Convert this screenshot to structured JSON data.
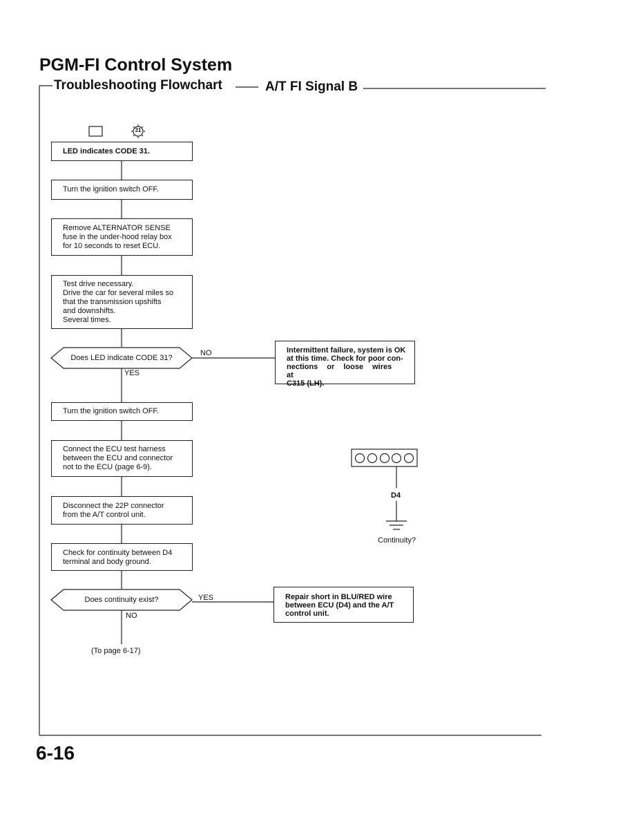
{
  "header": {
    "title": "PGM-FI Control System",
    "subtitle_left": "Troubleshooting Flowchart",
    "subtitle_right": "A/T FI Signal B"
  },
  "code_icon": "31",
  "steps": {
    "s1": "LED indicates CODE 31.",
    "s2": "Turn the ignition switch OFF.",
    "s3_lines": [
      "Remove ALTERNATOR SENSE",
      "fuse in the under-hood relay box",
      "for 10 seconds to reset ECU."
    ],
    "s4_lines": [
      "Test drive necessary.",
      "Drive the car for several miles so",
      "that the transmission upshifts",
      "and downshifts.",
      "Several times."
    ],
    "d1": "Does LED indicate CODE 31?",
    "d1_no": "NO",
    "d1_yes": "YES",
    "r1_lines": [
      "Intermittent failure, system is OK",
      "at this time. Check for poor con-",
      "nections or loose wires at",
      "C315 (LH)."
    ],
    "s5": "Turn the ignition switch OFF.",
    "s6_lines": [
      "Connect the ECU test harness",
      "between the ECU and connector",
      "not to the ECU (page 6-9)."
    ],
    "s7_lines": [
      "Disconnect the 22P connector",
      "from the A/T control unit."
    ],
    "s8_lines": [
      "Check for continuity between D4",
      "terminal and body ground."
    ],
    "d2": "Does continuity exist?",
    "d2_yes": "YES",
    "d2_no": "NO",
    "r2_lines": [
      "Repair short in BLU/RED wire",
      "between ECU (D4) and the A/T",
      "control unit."
    ],
    "goto": "(To page 6-17)"
  },
  "connector": {
    "terminal": "D4",
    "question": "Continuity?"
  },
  "page_number": "6-16"
}
